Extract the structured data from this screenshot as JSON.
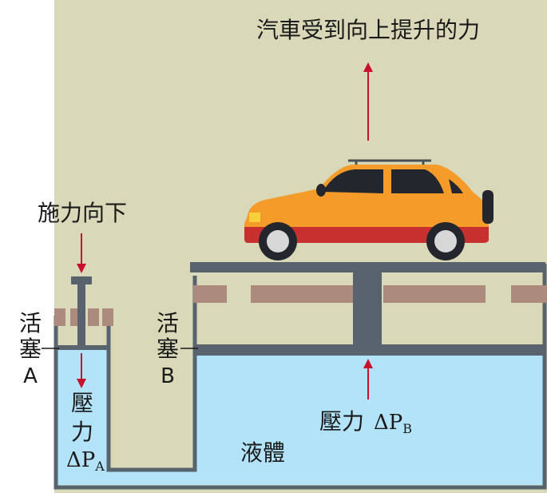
{
  "labels": {
    "top_force": "汽車受到向上提升的力",
    "applied_force": "施力向下",
    "piston_a": {
      "line1": "活",
      "line2": "塞",
      "line3": "A"
    },
    "piston_b": {
      "line1": "活",
      "line2": "塞",
      "line3": "B"
    },
    "pressure_a": {
      "line1": "壓",
      "line2": "力",
      "delta": "ΔP",
      "sub": "A"
    },
    "pressure_b": {
      "word": "壓力",
      "delta": "ΔP",
      "sub": "B"
    },
    "liquid": "液體"
  },
  "colors": {
    "background": "#d9d8b8",
    "liquid": "#b3e3f8",
    "steel": "#58636d",
    "floor_tile": "#ac8a7e",
    "arrow": "#c8102e",
    "car_body": "#f59b2a",
    "car_lower": "#c7302f",
    "car_window": "#23262c"
  },
  "icons": [
    "car-icon",
    "up-arrow-icon",
    "down-arrow-icon"
  ]
}
